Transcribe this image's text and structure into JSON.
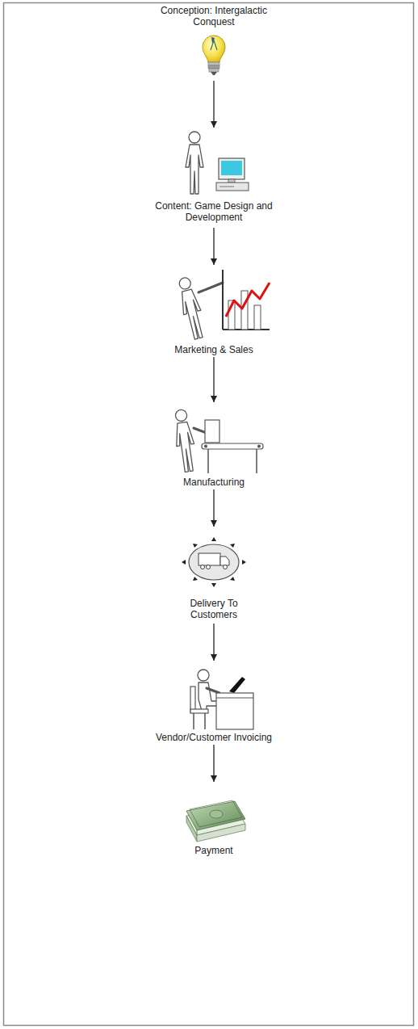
{
  "diagram": {
    "nodes": [
      {
        "text": [
          "Conception: Intergalactic Conquest"
        ]
      },
      {
        "text": [
          "Content: Game Design and Development"
        ]
      },
      {
        "text": [
          "Marketing & Sales"
        ]
      },
      {
        "text": [
          "Manufacturing"
        ]
      },
      {
        "text": [
          "Delivery To Customers"
        ]
      },
      {
        "text": [
          "Vendor/Customer Invoicing"
        ]
      },
      {
        "text": [
          "Payment"
        ]
      }
    ],
    "edges": [
      {
        "from": 0,
        "to": 1,
        "arrow": "to"
      },
      {
        "from": 1,
        "to": 2,
        "arrow": "to"
      },
      {
        "from": 2,
        "to": 3,
        "arrow": "to"
      },
      {
        "from": 3,
        "to": 4,
        "arrow": "to"
      },
      {
        "from": 4,
        "to": 5,
        "arrow": "to"
      },
      {
        "from": 5,
        "to": 6,
        "arrow": "to"
      }
    ]
  }
}
